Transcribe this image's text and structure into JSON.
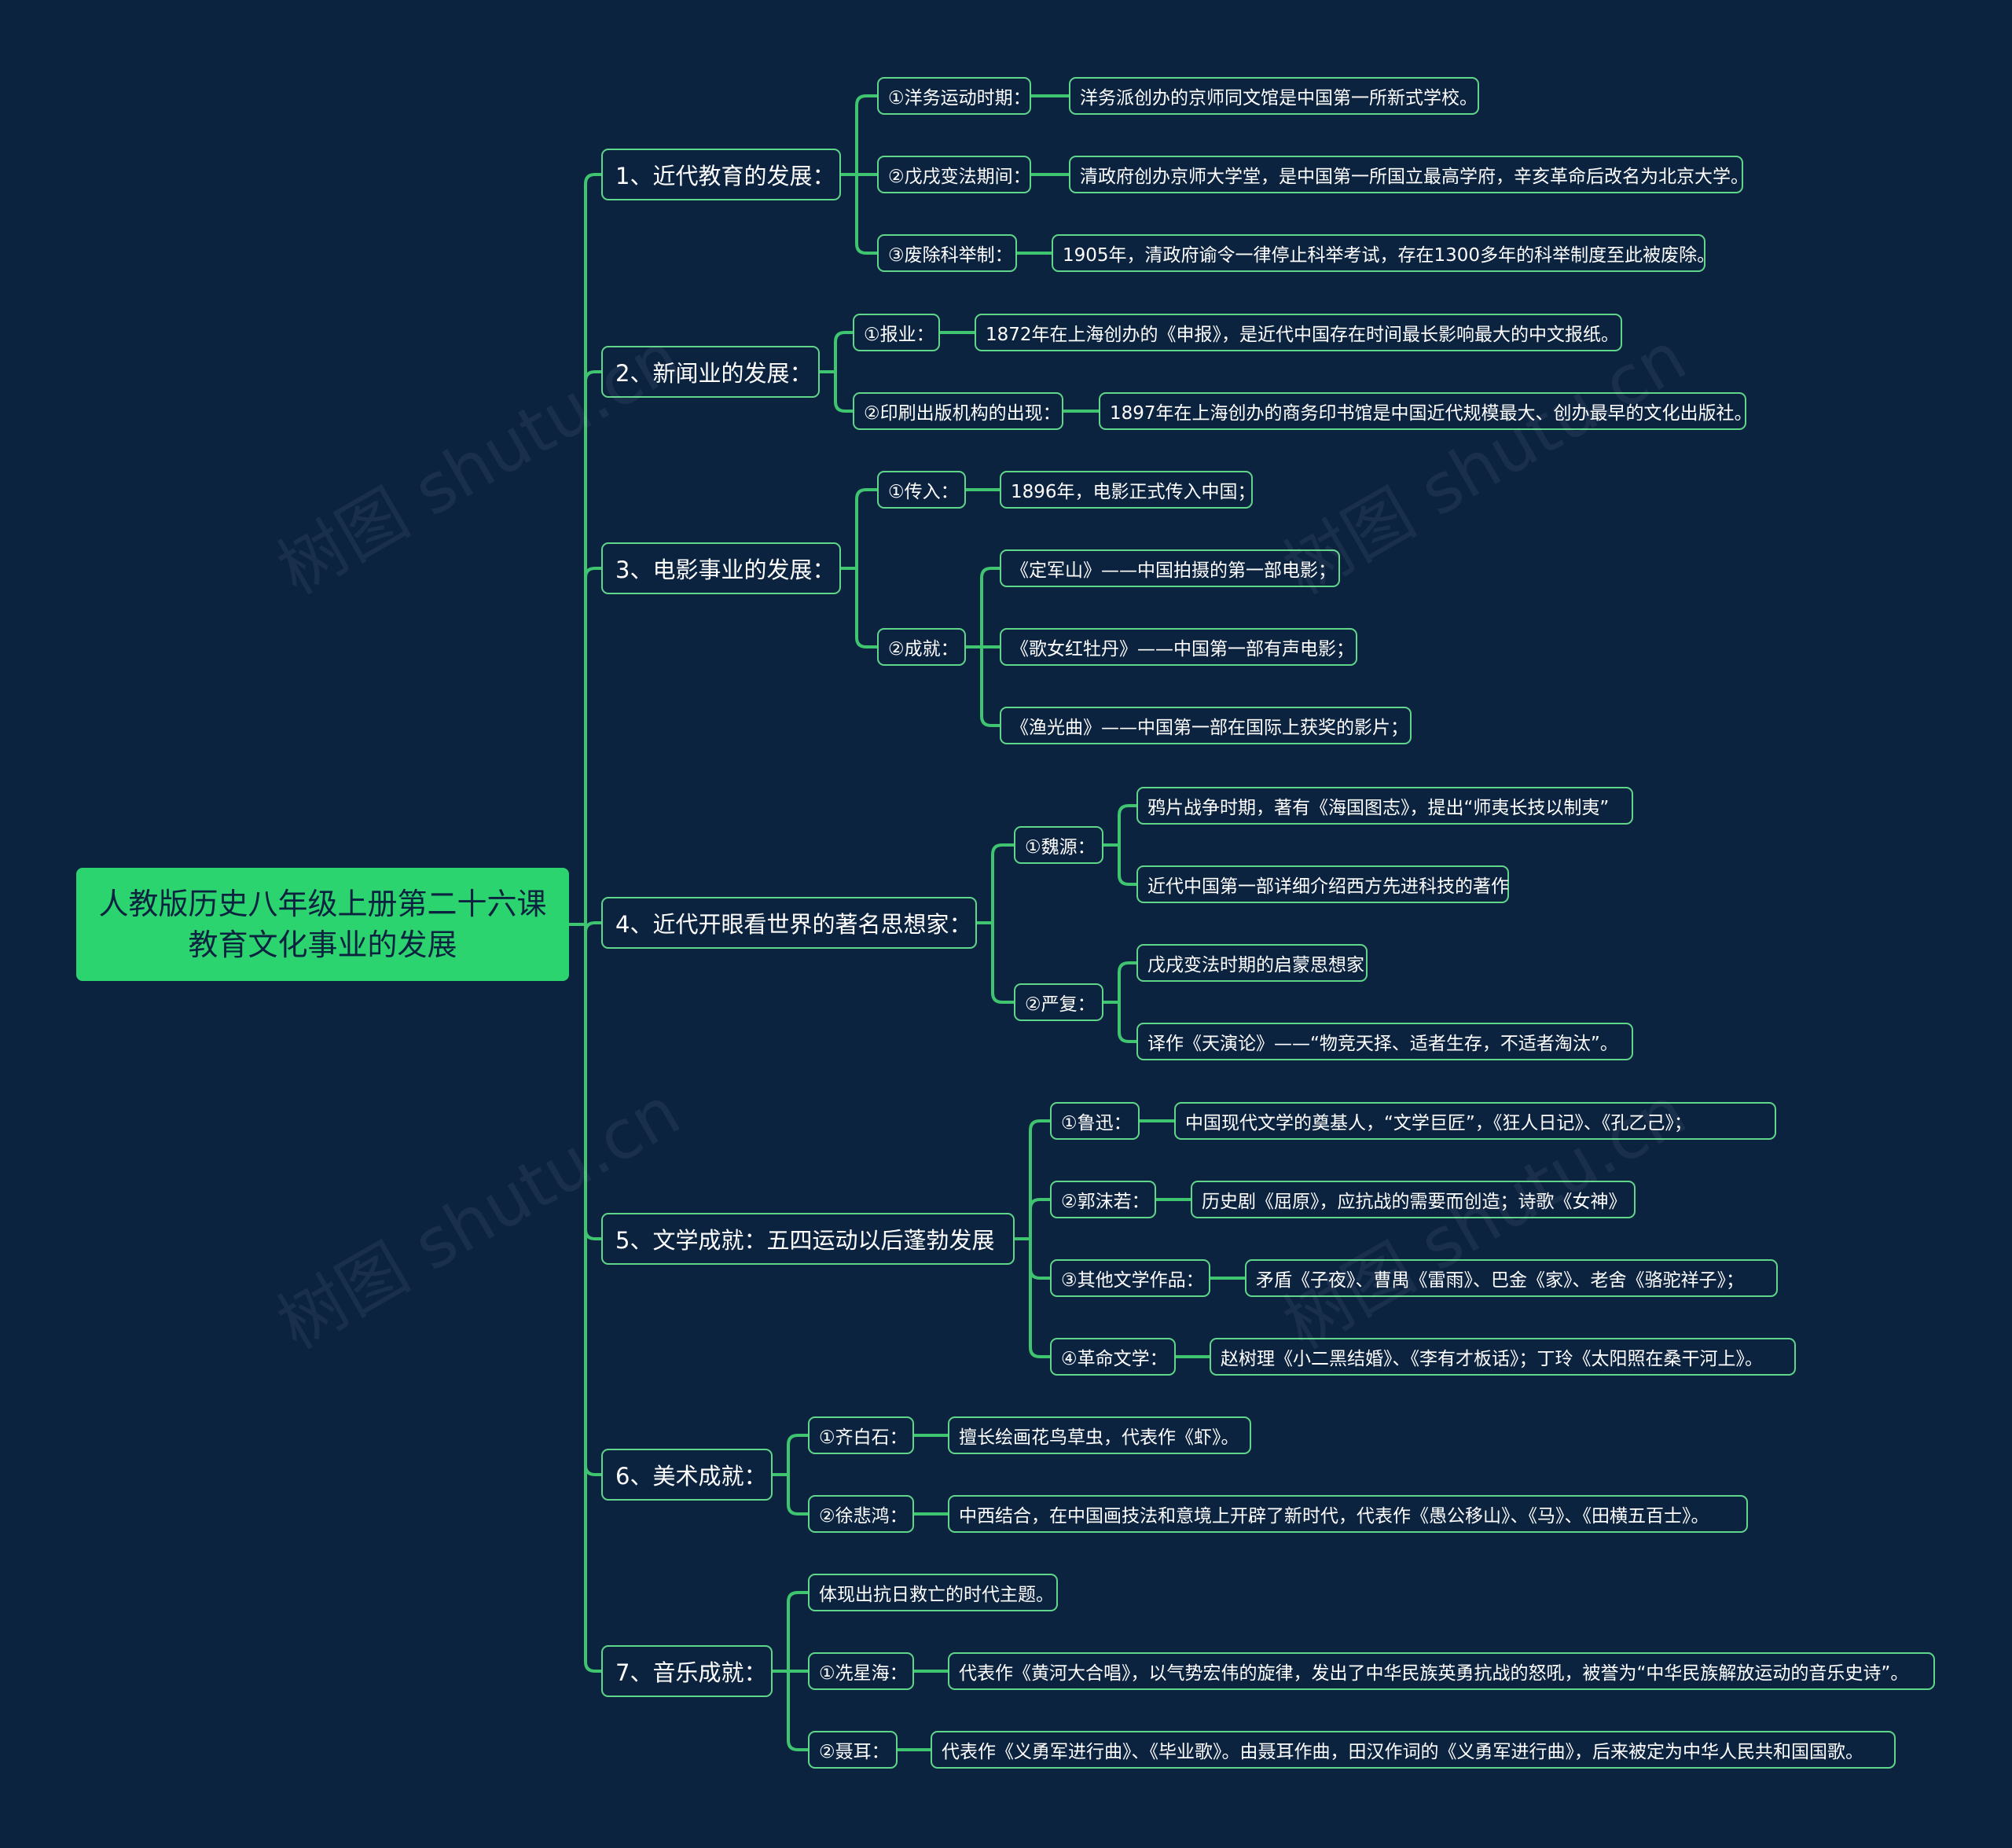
{
  "root": {
    "line1": "人教版历史八年级上册第二十六课",
    "line2": "教育文化事业的发展"
  },
  "branches": [
    {
      "label": "1、近代教育的发展：",
      "subs": [
        {
          "label": "①洋务运动时期：",
          "leaves": [
            "洋务派创办的京师同文馆是中国第一所新式学校。"
          ]
        },
        {
          "label": "②戊戌变法期间：",
          "leaves": [
            "清政府创办京师大学堂，是中国第一所国立最高学府，辛亥革命后改名为北京大学。"
          ]
        },
        {
          "label": "③废除科举制：",
          "leaves": [
            "1905年，清政府谕令一律停止科举考试，存在1300多年的科举制度至此被废除。"
          ]
        }
      ]
    },
    {
      "label": "2、新闻业的发展：",
      "subs": [
        {
          "label": "①报业：",
          "leaves": [
            "1872年在上海创办的《申报》，是近代中国存在时间最长影响最大的中文报纸。"
          ]
        },
        {
          "label": "②印刷出版机构的出现：",
          "leaves": [
            "1897年在上海创办的商务印书馆是中国近代规模最大、创办最早的文化出版社。"
          ]
        }
      ]
    },
    {
      "label": "3、电影事业的发展：",
      "subs": [
        {
          "label": "①传入：",
          "leaves": [
            "1896年，电影正式传入中国；"
          ]
        },
        {
          "label": "②成就：",
          "leaves": [
            "《定军山》——中国拍摄的第一部电影；",
            "《歌女红牡丹》——中国第一部有声电影；",
            "《渔光曲》——中国第一部在国际上获奖的影片；"
          ]
        }
      ]
    },
    {
      "label": "4、近代开眼看世界的著名思想家：",
      "subs": [
        {
          "label": "①魏源：",
          "leaves": [
            "鸦片战争时期，著有《海国图志》，提出“师夷长技以制夷”",
            "近代中国第一部详细介绍西方先进科技的著作"
          ]
        },
        {
          "label": "②严复：",
          "leaves": [
            "戊戌变法时期的启蒙思想家",
            "译作《天演论》——“物竞天择、适者生存，不适者淘汰”。"
          ]
        }
      ]
    },
    {
      "label": "5、文学成就：五四运动以后蓬勃发展",
      "subs": [
        {
          "label": "①鲁迅：",
          "leaves": [
            "中国现代文学的奠基人，“文学巨匠”，《狂人日记》、《孔乙己》；"
          ]
        },
        {
          "label": "②郭沫若：",
          "leaves": [
            "历史剧《屈原》，应抗战的需要而创造；诗歌《女神》"
          ]
        },
        {
          "label": "③其他文学作品：",
          "leaves": [
            "矛盾《子夜》、曹禺《雷雨》、巴金《家》、老舍《骆驼祥子》；"
          ]
        },
        {
          "label": "④革命文学：",
          "leaves": [
            "赵树理《小二黑结婚》、《李有才板话》；丁玲《太阳照在桑干河上》。"
          ]
        }
      ]
    },
    {
      "label": "6、美术成就：",
      "subs": [
        {
          "label": "①齐白石：",
          "leaves": [
            "擅长绘画花鸟草虫，代表作《虾》。"
          ]
        },
        {
          "label": "②徐悲鸿：",
          "leaves": [
            "中西结合，在中国画技法和意境上开辟了新时代，代表作《愚公移山》、《马》、《田横五百士》。"
          ]
        }
      ]
    },
    {
      "label": "7、音乐成就：",
      "subs": [
        {
          "label": "体现出抗日救亡的时代主题。",
          "leaves": []
        },
        {
          "label": "①冼星海：",
          "leaves": [
            "代表作《黄河大合唱》，以气势宏伟的旋律，发出了中华民族英勇抗战的怒吼，被誉为“中华民族解放运动的音乐史诗”。"
          ]
        },
        {
          "label": "②聂耳：",
          "leaves": [
            "代表作《义勇军进行曲》、《毕业歌》。由聂耳作曲，田汉作词的《义勇军进行曲》，后来被定为中华人民共和国国歌。"
          ]
        }
      ]
    }
  ],
  "watermark": "树图 shutu.cn",
  "colors": {
    "background": "#0c2340",
    "line": "#3fc46f",
    "root_fill": "#2bd46f",
    "border": "#5fd68a",
    "text": "#ffffff"
  }
}
